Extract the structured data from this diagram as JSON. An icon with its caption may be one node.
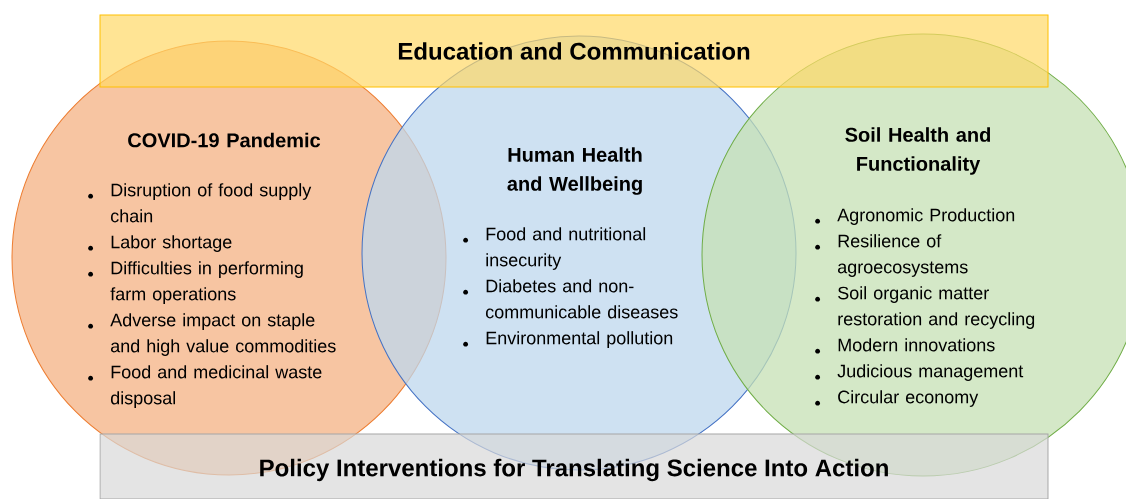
{
  "diagram": {
    "nodes": [
      {
        "text": [
          "Education and Communication"
        ]
      },
      {
        "text": [
          "COVID-19 Pandemic",
          "Disruption of food supply chain",
          "Labor shortage",
          "Difficulties in performing farm operations",
          "Adverse impact on staple and high value commodities",
          "Food and medicinal waste disposal"
        ]
      },
      {
        "text": [
          "Human Health and Wellbeing",
          "Food and nutritional insecurity",
          "Diabetes and non-communicable diseases",
          "Environmental pollution"
        ]
      },
      {
        "text": [
          "Soil Health and Functionality",
          "Agronomic Production",
          "Resilience of agroecosystems",
          "Soil organic matter restoration and recycling",
          "Modern innovations",
          "Judicious management",
          "Circular economy"
        ]
      },
      {
        "text": [
          "Policy Interventions for Translating Science Into Action"
        ]
      }
    ]
  }
}
